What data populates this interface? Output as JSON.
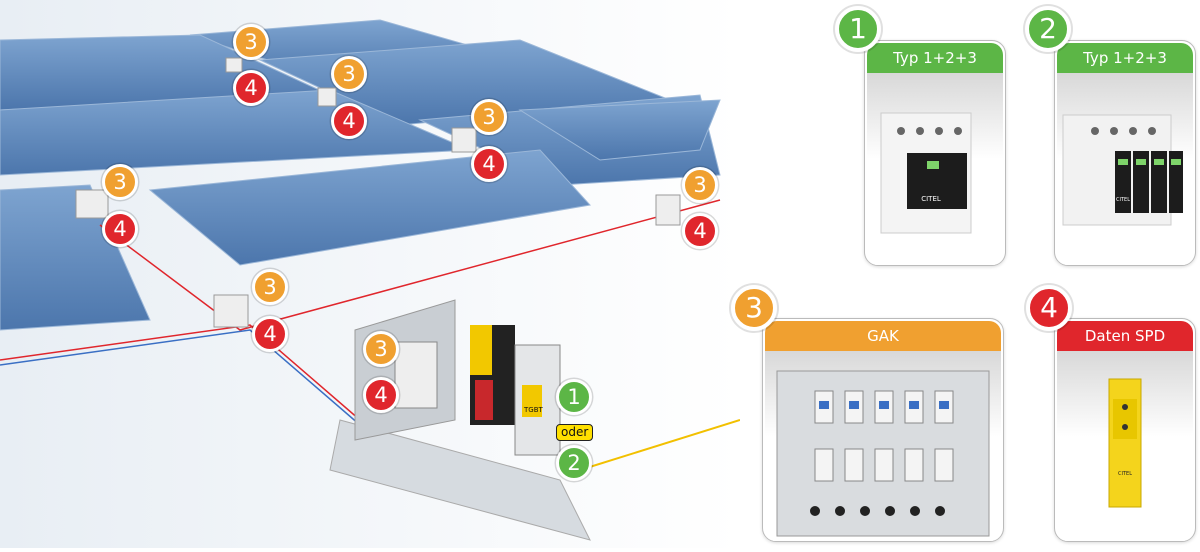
{
  "scene": {
    "badges_gak": [
      "3",
      "3",
      "3",
      "3",
      "3",
      "3",
      "3"
    ],
    "badges_data": [
      "4",
      "4",
      "4",
      "4",
      "4",
      "4",
      "4"
    ],
    "badge_1": "1",
    "badge_2": "2",
    "oder_label": "oder",
    "tgbt_label": "TGBT"
  },
  "cards": [
    {
      "number": "1",
      "title": "Typ 1+2+3",
      "color": "#5cb646",
      "brand": "CITEL"
    },
    {
      "number": "2",
      "title": "Typ 1+2+3",
      "color": "#5cb646",
      "brand": "CITEL"
    },
    {
      "number": "3",
      "title": "GAK",
      "color": "#f0a030"
    },
    {
      "number": "4",
      "title": "Daten SPD",
      "color": "#e0262c",
      "brand": "CITEL"
    }
  ]
}
